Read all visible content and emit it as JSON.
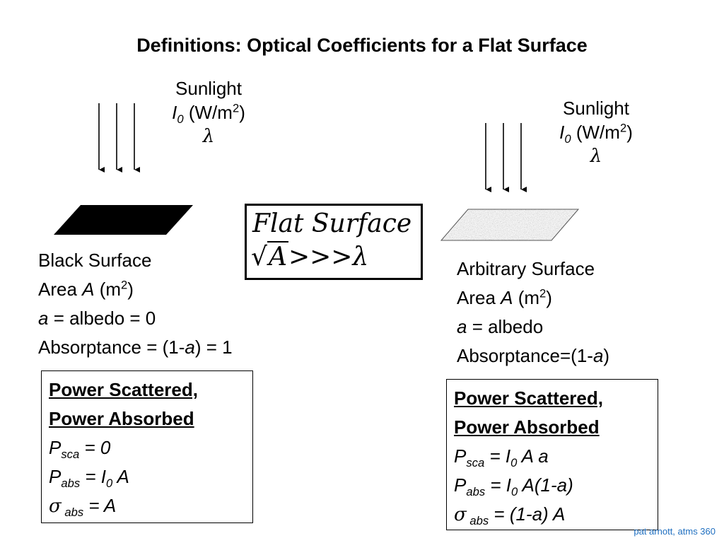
{
  "title": "Definitions:  Optical Coefficients for a Flat Surface",
  "frame_label": {
    "line1": "Flat Surface",
    "sqrt_var": "A",
    "relation": ">>>",
    "lambda": "λ"
  },
  "left": {
    "sun_label": "Sunlight",
    "intensity_var": "I",
    "intensity_sub": "0",
    "units_open": " (W/m",
    "units_sup": "2",
    "units_close": ")",
    "lambda": "λ",
    "surface_name": "Black Surface",
    "area_prefix": "Area ",
    "area_var": "A",
    "area_units_open": " (m",
    "area_units_sup": "2",
    "area_units_close": ")",
    "albedo_var": "a",
    "albedo_text": " = albedo = 0",
    "absorp_prefix": "Absorptance = (1-",
    "absorp_var": "a",
    "absorp_suffix": ") = 1",
    "box": {
      "heading1": "Power Scattered,",
      "heading2": "Power Absorbed",
      "psca_var": "P",
      "psca_sub": "sca",
      "psca_rhs": " = 0",
      "pabs_var": "P",
      "pabs_sub": "abs",
      "pabs_eq": " = I",
      "pabs_i_sub": "0",
      "pabs_rhs": " A",
      "sigma": "σ",
      "sigma_sub": " abs",
      "sigma_rhs": " = A"
    }
  },
  "right": {
    "sun_label": "Sunlight",
    "intensity_var": "I",
    "intensity_sub": "0",
    "units_open": " (W/m",
    "units_sup": "2",
    "units_close": ")",
    "lambda": "λ",
    "surface_name": "Arbitrary Surface",
    "area_prefix": "Area ",
    "area_var": "A",
    "area_units_open": " (m",
    "area_units_sup": "2",
    "area_units_close": ")",
    "albedo_var": "a",
    "albedo_text": " = albedo",
    "absorp_prefix": "Absorptance=(1-",
    "absorp_var": "a",
    "absorp_suffix": ")",
    "box": {
      "heading1": "Power Scattered,",
      "heading2": "Power Absorbed",
      "psca_var": "P",
      "psca_sub": "sca",
      "psca_rhs": " = I",
      "psca_i_sub": "0",
      "psca_tail": " A a",
      "pabs_var": "P",
      "pabs_sub": "abs",
      "pabs_eq": " = I",
      "pabs_i_sub": "0",
      "pabs_rhs": " A(1-a)",
      "sigma": "σ",
      "sigma_sub": " abs",
      "sigma_rhs": " =  (1-a) A"
    }
  },
  "credit": "pat arnott, atms 360",
  "colors": {
    "black_surface": "#000000",
    "arbitrary_surface": "#9a9a9a",
    "credit": "#1f6fc0"
  }
}
